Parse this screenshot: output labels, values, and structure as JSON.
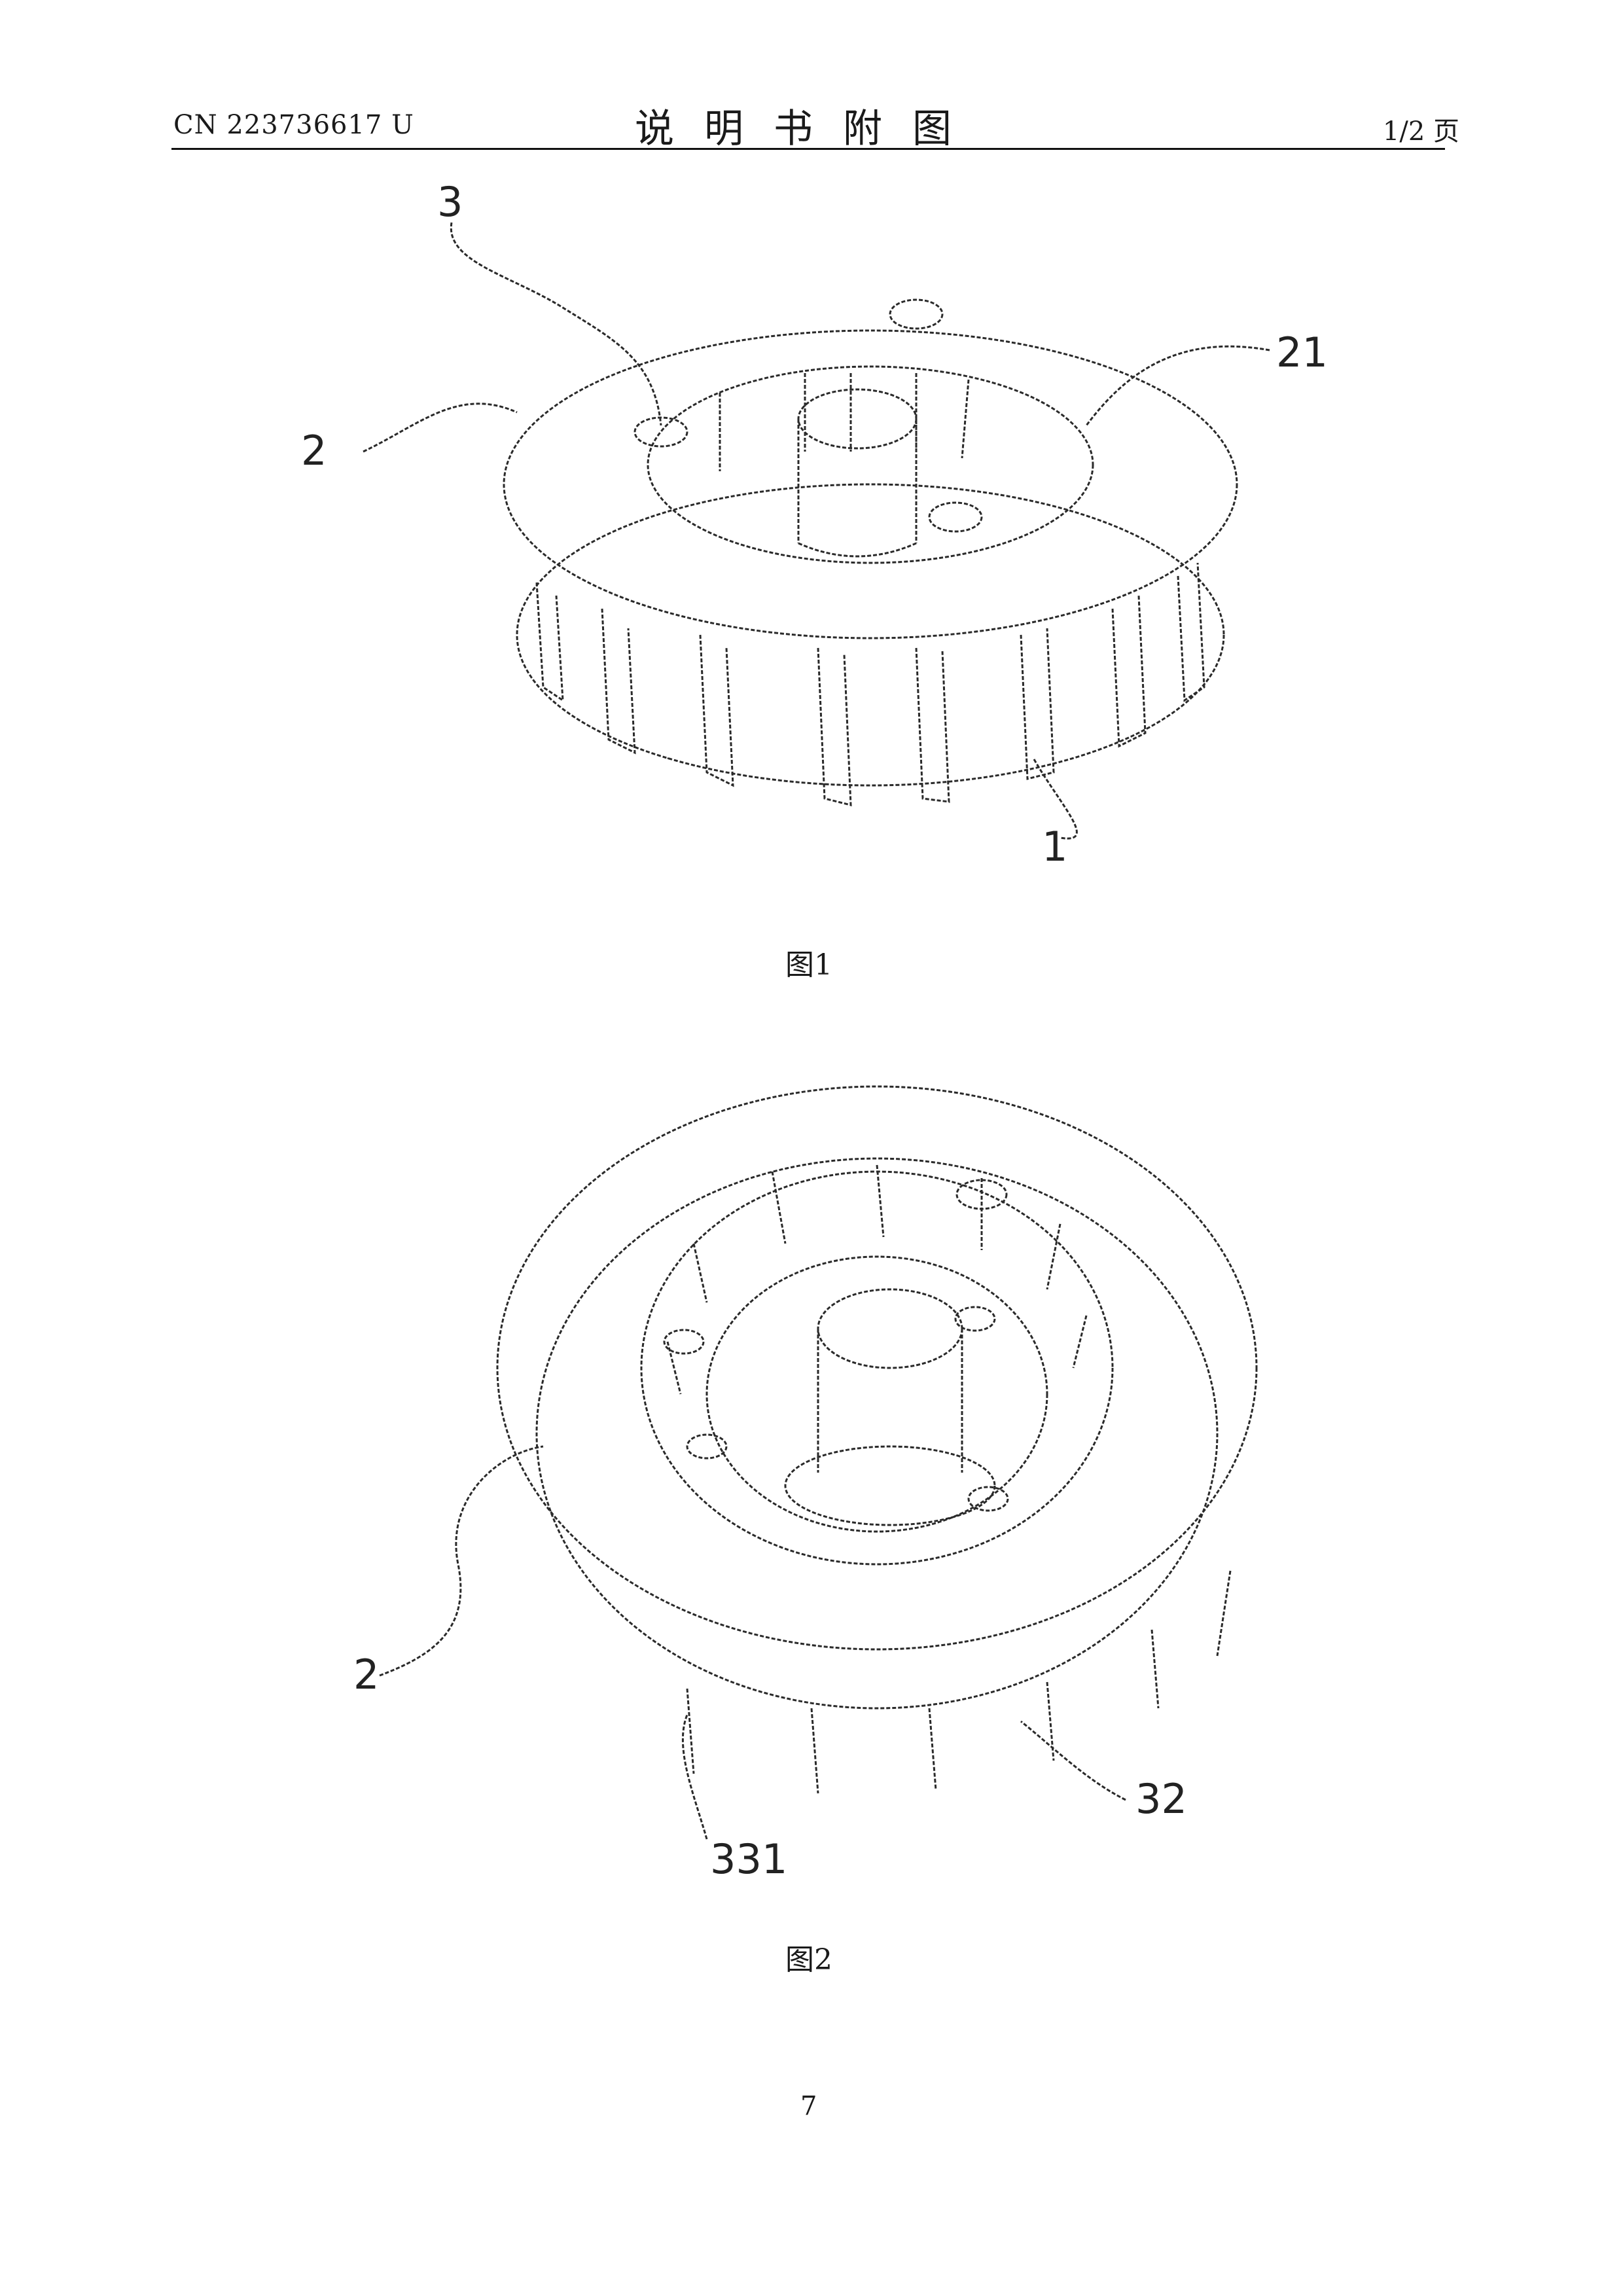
{
  "header": {
    "doc_number": "CN 223736617 U",
    "title": "说明书附图",
    "page": "1/2 页"
  },
  "figures": [
    {
      "caption": "图1",
      "labels": {
        "l3": "3",
        "l21": "21",
        "l2": "2",
        "l1": "1"
      }
    },
    {
      "caption": "图2",
      "labels": {
        "l2": "2",
        "l32": "32",
        "l331": "331"
      }
    }
  ],
  "footer": {
    "page_number": "7"
  },
  "colors": {
    "ink": "#1a1a1a",
    "paper": "#ffffff"
  }
}
